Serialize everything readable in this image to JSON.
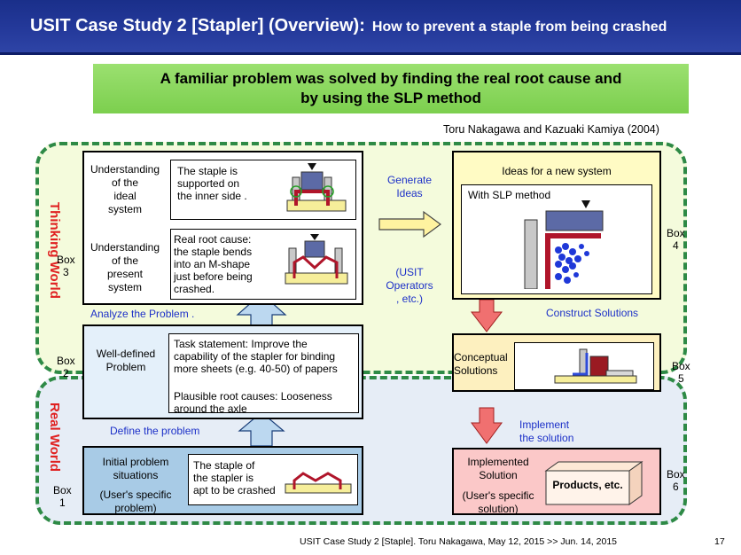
{
  "header": {
    "title": "USIT Case Study 2 [Stapler] (Overview):",
    "subtitle": "How to prevent a staple from being crashed"
  },
  "banner": {
    "line1": "A familiar problem was solved by finding the real root cause and",
    "line2": "by using the SLP method"
  },
  "citation": "Toru Nakagawa and Kazuaki Kamiya (2004)",
  "zones": {
    "thinking": "Thinking World",
    "real": "Real World"
  },
  "box3": {
    "label": "Box",
    "number": "3",
    "row1_label": [
      "Understanding",
      "of the",
      "ideal",
      "system"
    ],
    "row1_text": [
      "The staple is",
      "supported on",
      "the inner side ."
    ],
    "row2_label": [
      "Understanding",
      "of the",
      "present",
      "system"
    ],
    "row2_text": [
      "Real root cause:",
      "the staple bends",
      "into an M-shape",
      "just before being",
      "crashed."
    ],
    "caption": "Analyze the Problem ."
  },
  "box2": {
    "label": "Box",
    "number": "2",
    "title": [
      "Well-defined",
      "Problem"
    ],
    "task": [
      "Task statement:   Improve the",
      "capability of the stapler for binding",
      "more sheets (e.g. 40-50) of papers"
    ],
    "causes": [
      "Plausible root causes: Looseness",
      "around the axle"
    ],
    "caption": "Define the problem"
  },
  "box1": {
    "label": "Box",
    "number": "1",
    "title": [
      "Initial problem",
      "situations"
    ],
    "subtitle": [
      "(User's specific",
      "problem)"
    ],
    "text": [
      "The staple of",
      "the stapler is",
      "apt to be crashed"
    ]
  },
  "box4": {
    "label": "Box",
    "number": "4",
    "title": "Ideas for a new system",
    "inner": "With SLP method",
    "caption": "Construct Solutions"
  },
  "box5": {
    "label": "Box",
    "number": "5",
    "title": [
      "Conceptual",
      "Solutions"
    ]
  },
  "box6": {
    "label": "Box",
    "number": "6",
    "title": [
      "Implemented",
      "Solution"
    ],
    "subtitle": [
      "(User's specific",
      "solution)"
    ],
    "product": "Products, etc."
  },
  "middle": {
    "generate": [
      "Generate",
      "Ideas"
    ],
    "operators": [
      "(USIT",
      "Operators",
      ", etc.)"
    ],
    "implement": [
      "Implement",
      "the solution"
    ]
  },
  "footer": "USIT Case Study 2 [Staple].  Toru Nakagawa, May 12, 2015 >> Jun. 14, 2015",
  "page_number": "17",
  "colors": {
    "header": "#24399a",
    "banner": "#7ccf4e",
    "zone_border": "#2e8a46",
    "world_label": "#e02020",
    "caption_blue": "#1c30c8",
    "arrow_blue": "#bcd8f0",
    "arrow_red": "#f07070",
    "arrow_yellow": "#fff3a0"
  }
}
